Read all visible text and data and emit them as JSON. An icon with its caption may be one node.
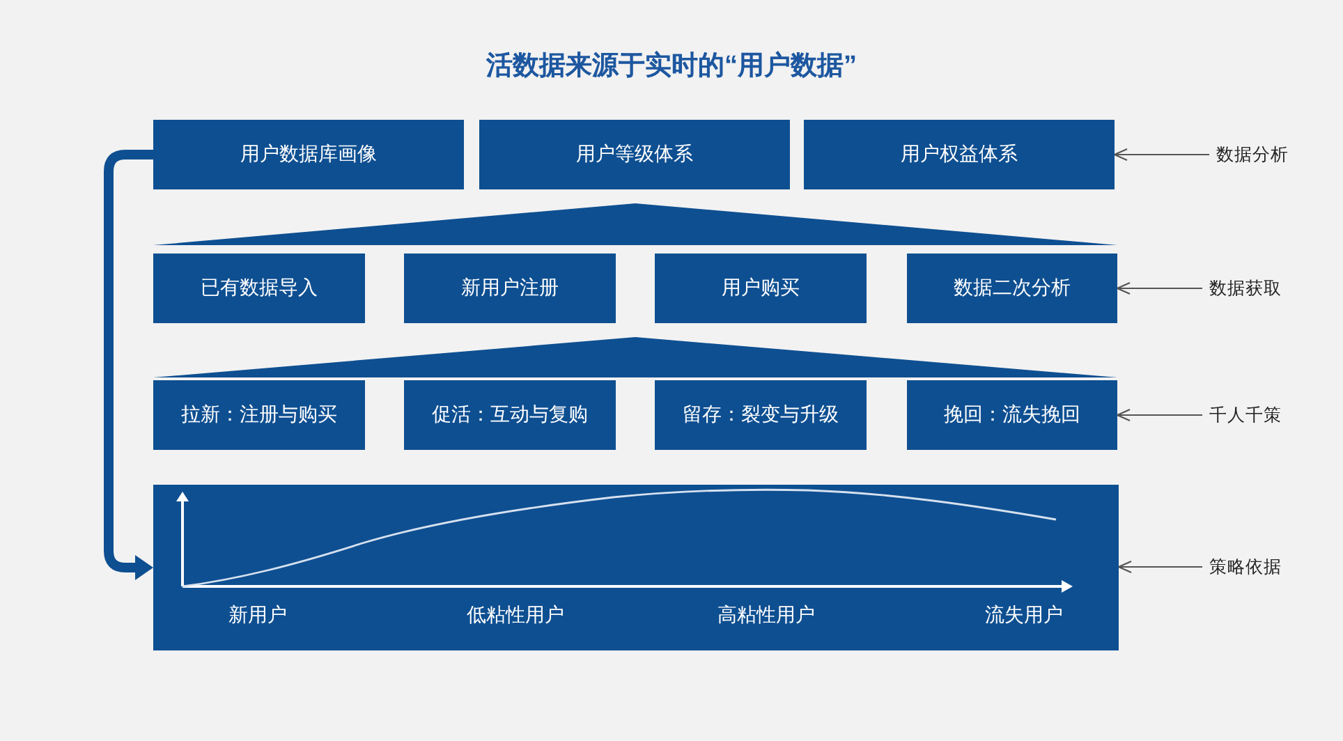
{
  "diagram": {
    "title": "活数据来源于实时的“用户数据”",
    "nodes": [
      {
        "text": [
          "用户数据库画像"
        ]
      },
      {
        "text": [
          "用户等级体系"
        ]
      },
      {
        "text": [
          "用户权益体系"
        ]
      },
      {
        "text": [
          "数据分析"
        ]
      },
      {
        "text": [],
        "shape": "triangle"
      },
      {
        "text": [
          "已有数据导入"
        ]
      },
      {
        "text": [
          "新用户注册"
        ]
      },
      {
        "text": [
          "用户购买"
        ]
      },
      {
        "text": [
          "数据二次分析"
        ]
      },
      {
        "text": [
          "数据获取"
        ]
      },
      {
        "text": [],
        "shape": "triangle"
      },
      {
        "text": [
          "拉新：注册与购买"
        ]
      },
      {
        "text": [
          "促活：互动与复购"
        ]
      },
      {
        "text": [
          "留存：裂变与升级"
        ]
      },
      {
        "text": [
          "挽回：流失挽回"
        ]
      },
      {
        "text": [
          "千人千策"
        ]
      },
      {
        "text": [
          "新用户",
          "低粘性用户",
          "高粘性用户",
          "流失用户"
        ]
      },
      {
        "text": [
          "策略依据"
        ]
      }
    ],
    "edges": [
      {
        "from": 0,
        "to": 16,
        "arrow": "to",
        "style": "thick",
        "color": "#0e4f91"
      },
      {
        "from": 3,
        "to": 2,
        "arrow": "to"
      },
      {
        "from": 9,
        "to": 8,
        "arrow": "to"
      },
      {
        "from": 15,
        "to": 14,
        "arrow": "to"
      },
      {
        "from": 17,
        "to": 16,
        "arrow": "to"
      }
    ]
  }
}
